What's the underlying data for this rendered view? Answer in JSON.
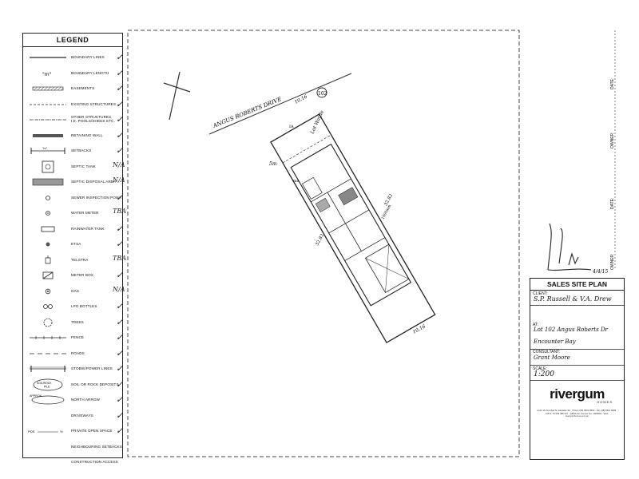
{
  "legend": {
    "title": "LEGEND",
    "items": [
      {
        "label": "BOUNDARY LINES",
        "mark": "✓"
      },
      {
        "label": "BOUNDARY LENGTH",
        "symbol_text": "\"m\"",
        "mark": "✓"
      },
      {
        "label": "EASEMENTS",
        "mark": "✓"
      },
      {
        "label": "EXISTING STRUCTURES",
        "mark": "✓"
      },
      {
        "label": "OTHER STRUCTURES I.E. POOLS/SHEDS ETC.",
        "mark": "✓"
      },
      {
        "label": "RETAINING WALL",
        "mark": "✓"
      },
      {
        "label": "SETBACKS",
        "symbol_text": "\"m\"",
        "mark": "✓"
      },
      {
        "label": "SEPTIC TANK",
        "mark": "N/A"
      },
      {
        "label": "SEPTIC DISPOSAL AREA",
        "mark": "N/A"
      },
      {
        "label": "SEWER INSPECTION POINT",
        "mark": "✓"
      },
      {
        "label": "WATER METER",
        "mark": "TBA"
      },
      {
        "label": "RAINWATER TANK",
        "mark": "✓"
      },
      {
        "label": "ETSA",
        "mark": "✓"
      },
      {
        "label": "TELSTRA",
        "mark": "TBA"
      },
      {
        "label": "METER BOX",
        "mark": "✓"
      },
      {
        "label": "GAS",
        "mark": "N/A"
      },
      {
        "label": "LPG BOTTLES",
        "mark": "✓"
      },
      {
        "label": "TREES",
        "mark": "✓"
      },
      {
        "label": "FENCE",
        "mark": "✓"
      },
      {
        "label": "ROADS",
        "mark": "✓"
      },
      {
        "label": "STOBIE/POWER LINES",
        "mark": "✓"
      },
      {
        "label": "SOIL OR ROCK DEPOSITS",
        "symbol_text": "SOIL/ROCK PILE",
        "mark": "✓"
      },
      {
        "label": "NORTH ARROW",
        "symbol_text": "APPROX.",
        "mark": "✓"
      },
      {
        "label": "DRIVEWAYS",
        "mark": "✓"
      },
      {
        "label": "PRIVATE OPEN SPACE",
        "symbol_text": "POS ____ %",
        "mark": "✓"
      },
      {
        "label": "NEIGHBOURING SETBACKS",
        "mark": ""
      },
      {
        "label": "CONSTRUCTION ACCESS",
        "mark": ""
      }
    ]
  },
  "plan": {
    "street": "ANGUS ROBERTS DRIVE",
    "lot_number": "102",
    "front_width": "10.16",
    "rear_width": "10.16",
    "side_length_left": "32.82",
    "side_length_right": "32.82",
    "setback_front": "5m",
    "lot_note": "Lot Wattle",
    "label_upper": "IA",
    "label_left": "ms",
    "setback_right": "1000mm"
  },
  "signatures": {
    "date_label": "DATE:",
    "owner_label": "OWNER:",
    "signed_date": "4/4/15"
  },
  "title_block": {
    "heading": "SALES SITE PLAN",
    "client_label": "CLIENT:",
    "client_value": "S.P. Russell & V.A. Drew",
    "at_label": "AT:",
    "at_value_1": "Lot 102 Angus Roberts Dr",
    "at_value_2": "Encounter Bay",
    "consultant_label": "CONSULTANT:",
    "consultant_value": "Grant Moore",
    "scale_label": "SCALE:",
    "scale_value": "1:200",
    "logo": "rivergum",
    "logo_sub": "HOMES",
    "contact": "Level 16, Grenfell St, Adelaide SA · Phone (08) 8361 8900 · Fax (08) 8361 8999 · A.B.N. 73 083 485 527 · QBSA Act Licence No. 1060004 · Web: rivergumhomes.com.au"
  }
}
